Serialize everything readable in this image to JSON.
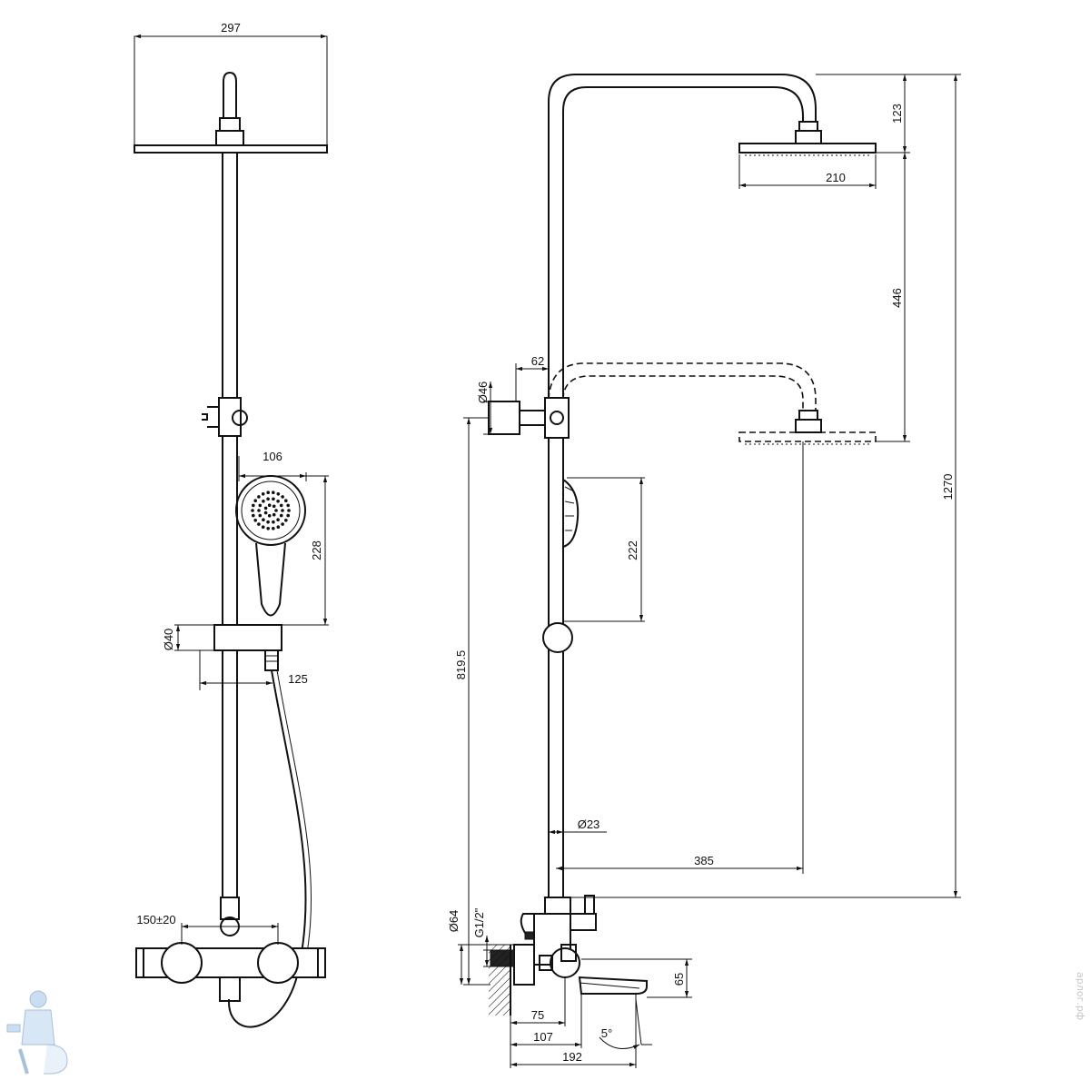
{
  "left_view": {
    "dims": {
      "head_width": "297",
      "hand_shower_width": "106",
      "hand_shower_length": "228",
      "holder_diameter": "Ø40",
      "holder_offset": "125",
      "inlet_spacing": "150±20"
    }
  },
  "side_view": {
    "dims": {
      "head_drop": "123",
      "head_diameter": "210",
      "height_adjust": "446",
      "total_height": "1270",
      "arm_offset": "62",
      "bracket_diameter": "Ø46",
      "hand_shower_length": "222",
      "bracket_height": "819.5",
      "rail_diameter": "Ø23",
      "arm_reach": "385",
      "body_diameter": "Ø64",
      "inlet_thread": "G1/2\"",
      "spout_height": "65",
      "inlet_depth": "75",
      "valve_offset": "107",
      "spout_length": "192",
      "spout_angle": "5°"
    }
  },
  "watermark": "арлог.рф"
}
